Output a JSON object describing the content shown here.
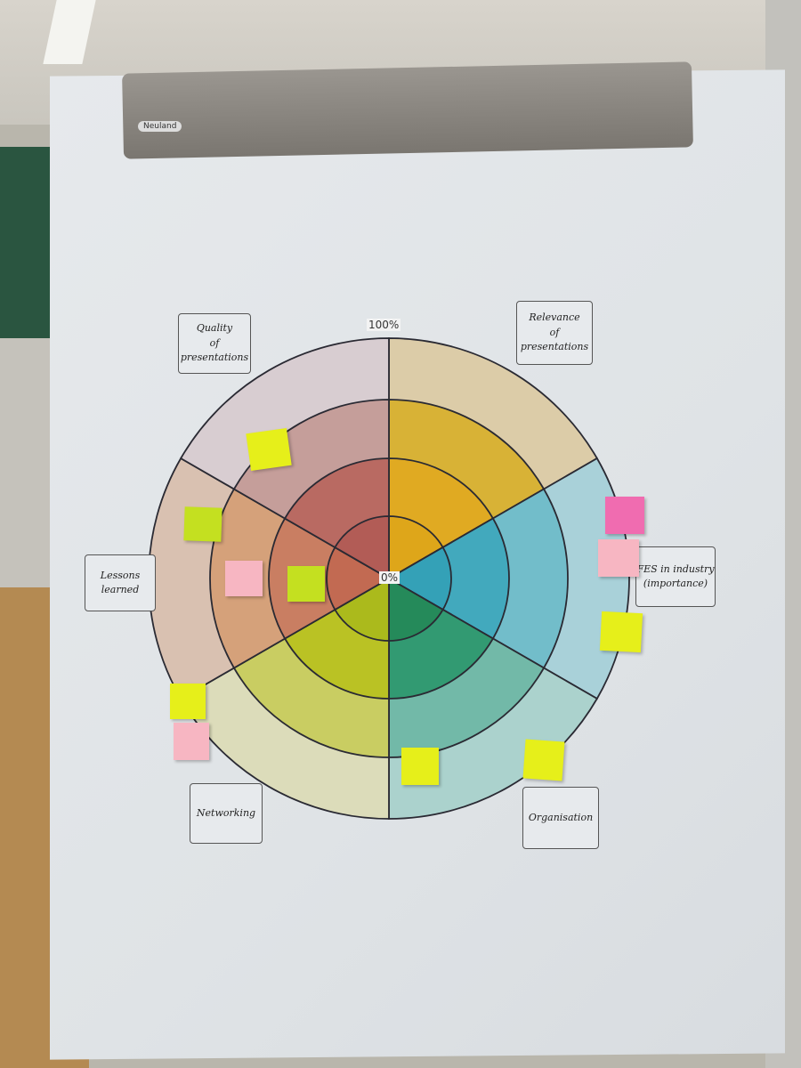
{
  "flipchart": {
    "brand": "Neuland"
  },
  "wheel": {
    "scale_max_label": "100%",
    "scale_min_label": "0%",
    "segments": [
      {
        "label": "Relevance\nof\npresentations",
        "colors": [
          "#dccca8",
          "#d8b236",
          "#e0aa22",
          "#dea61a"
        ]
      },
      {
        "label": "FES in industry\n(importance)",
        "colors": [
          "#a9d1d9",
          "#72bdca",
          "#42a9bd",
          "#34a1b7"
        ]
      },
      {
        "label": "Organisation",
        "colors": [
          "#abd2cd",
          "#72b9a8",
          "#329a72",
          "#258a5a"
        ]
      },
      {
        "label": "Networking",
        "colors": [
          "#dcdcba",
          "#c9cd62",
          "#bac224",
          "#abba1c"
        ]
      },
      {
        "label": "Lessons\nlearned",
        "colors": [
          "#d9c1b1",
          "#d5a17a",
          "#c97e62",
          "#c26a52"
        ]
      },
      {
        "label": "Quality\nof\npresentations",
        "colors": [
          "#d8cdd1",
          "#c59e9a",
          "#b96a62",
          "#b25c56"
        ]
      }
    ]
  },
  "sticky_notes": [
    {
      "color": "#e6ef1a"
    },
    {
      "color": "#c4e020"
    },
    {
      "color": "#f7b6c2"
    },
    {
      "color": "#c4e020"
    },
    {
      "color": "#f06cb0"
    },
    {
      "color": "#f7b6c2"
    },
    {
      "color": "#e6ef1a"
    },
    {
      "color": "#e6ef1a"
    },
    {
      "color": "#f7b6c2"
    },
    {
      "color": "#e6ef1a"
    },
    {
      "color": "#e6ef1a"
    }
  ]
}
